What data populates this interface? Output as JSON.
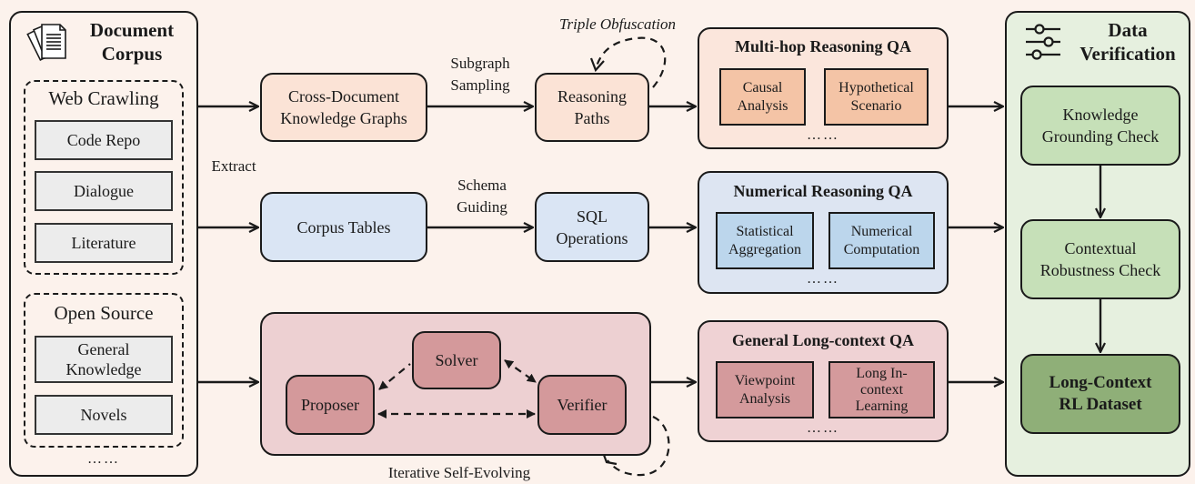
{
  "corpus": {
    "title_line1": "Document",
    "title_line2": "Corpus",
    "icon": "documents-icon",
    "groups": [
      {
        "title": "Web Crawling",
        "items": [
          "Code Repo",
          "Dialogue",
          "Literature"
        ]
      },
      {
        "title": "Open Source",
        "items": [
          "General Knowledge",
          "Novels"
        ]
      }
    ],
    "ellipsis": "……"
  },
  "edge_labels": {
    "extract": "Extract",
    "subgraph_1": "Subgraph",
    "subgraph_2": "Sampling",
    "schema_1": "Schema",
    "schema_2": "Guiding",
    "triple": "Triple Obfuscation",
    "iterative": "Iterative Self-Evolving"
  },
  "pipeline": {
    "kg": "Cross-Document Knowledge Graphs",
    "reasoning_paths": "Reasoning Paths",
    "tables": "Corpus Tables",
    "sql": "SQL Operations",
    "proposer": "Proposer",
    "solver": "Solver",
    "verifier": "Verifier"
  },
  "qa": [
    {
      "title": "Multi-hop Reasoning QA",
      "items": [
        "Causal Analysis",
        "Hypothetical Scenario"
      ],
      "ellipsis": "……",
      "bg": "#fbe6dc",
      "leaf_bg": "#f4c4a6"
    },
    {
      "title": "Numerical Reasoning QA",
      "items": [
        "Statistical Aggregation",
        "Numerical Computation"
      ],
      "ellipsis": "……",
      "bg": "#dde5f2",
      "leaf_bg": "#bcd6ec"
    },
    {
      "title": "General Long-context QA",
      "items": [
        "Viewpoint Analysis",
        "Long In-context Learning"
      ],
      "ellipsis": "……",
      "bg": "#efd2d4",
      "leaf_bg": "#d49a9c"
    }
  ],
  "verification": {
    "title_line1": "Data",
    "title_line2": "Verification",
    "icon": "sliders-icon",
    "steps": [
      "Knowledge Grounding Check",
      "Contextual Robustness Check"
    ],
    "output_line1": "Long-Context",
    "output_line2": "RL Dataset"
  },
  "colors": {
    "background": "#fcf2ec",
    "orange": "#fbe3d6",
    "blue": "#dae5f4",
    "rose": "#edd0d2",
    "rose_node": "#d4999b",
    "green_panel": "#e6f0df",
    "green_node": "#c6e0b8",
    "green_dark": "#8faf78"
  }
}
